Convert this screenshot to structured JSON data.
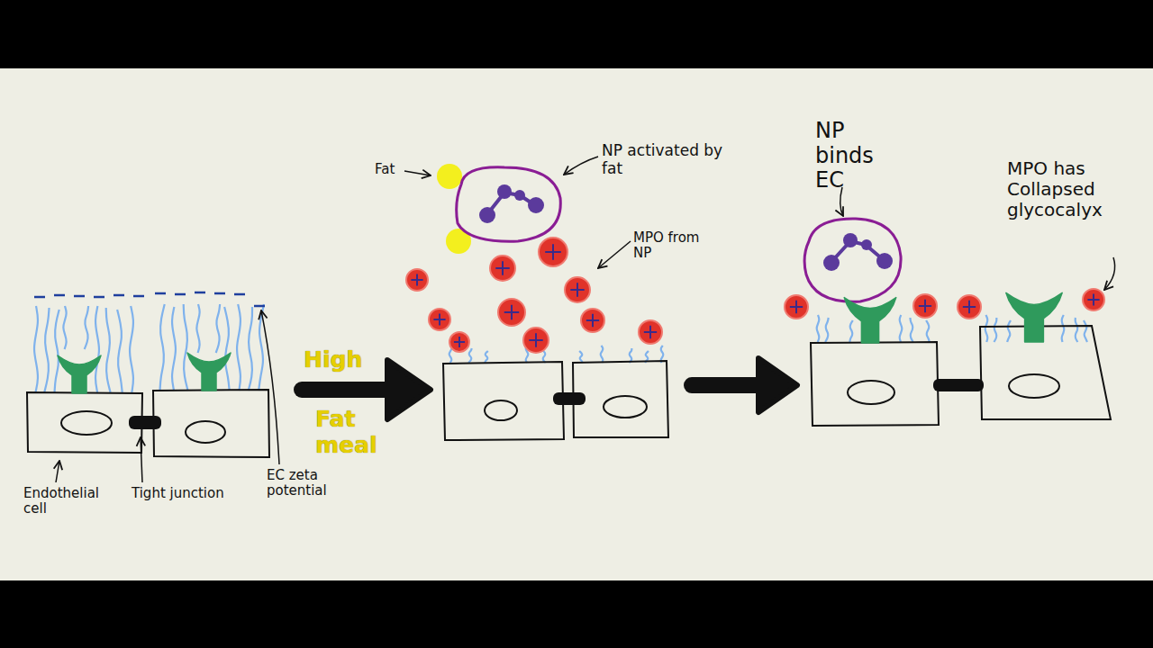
{
  "diagram": {
    "labels": [
      "Endothelial cell",
      "Tight junction",
      "EC zeta potential",
      "High",
      "Fat meal",
      "Fat",
      "NP activated by fat",
      "MPO from NP",
      "NP binds EC",
      "MPO has Collapsed glycocalyx"
    ]
  }
}
